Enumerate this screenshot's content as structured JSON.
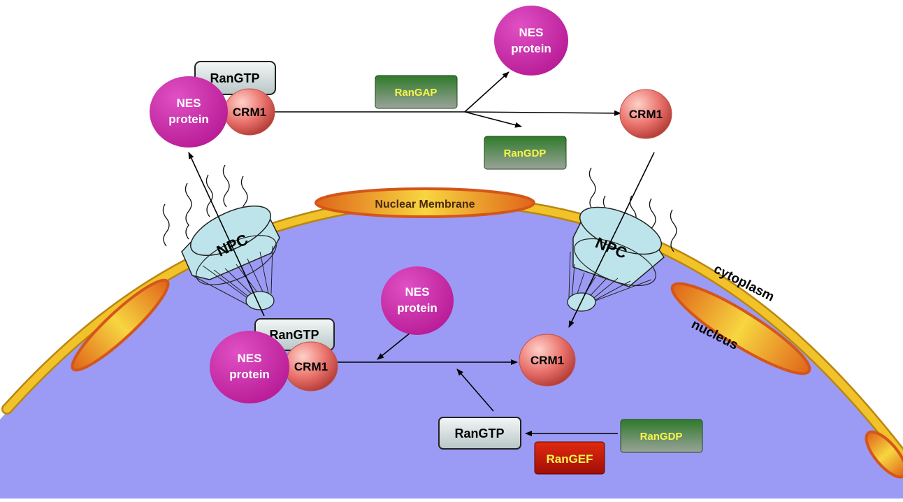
{
  "labels": {
    "nuclear_membrane": "Nuclear Membrane",
    "cytoplasm": "cytoplasm",
    "nucleus": "nucleus",
    "npc": "NPC",
    "nes_line1": "NES",
    "nes_line2": "protein",
    "crm1": "CRM1",
    "ran_gtp": "RanGTP",
    "ran_gap": "RanGAP",
    "ran_gdp": "RanGDP",
    "ran_gef": "RanGEF"
  },
  "colors": {
    "nucleus_fill": "#9b9bf5",
    "membrane_gold": "#f2c22a",
    "membrane_orange": "#e0651a",
    "npc_fill": "#bde4ea",
    "nes_magenta": "#c8219e",
    "crm1_salmon": "#e8706a",
    "rangtp_box": "#dfe8e8",
    "green_box_top": "#3a7a32",
    "green_box_bottom": "#8c9a8c",
    "yellow_text": "#f7f54a",
    "rangef_red": "#cc1a0a"
  }
}
